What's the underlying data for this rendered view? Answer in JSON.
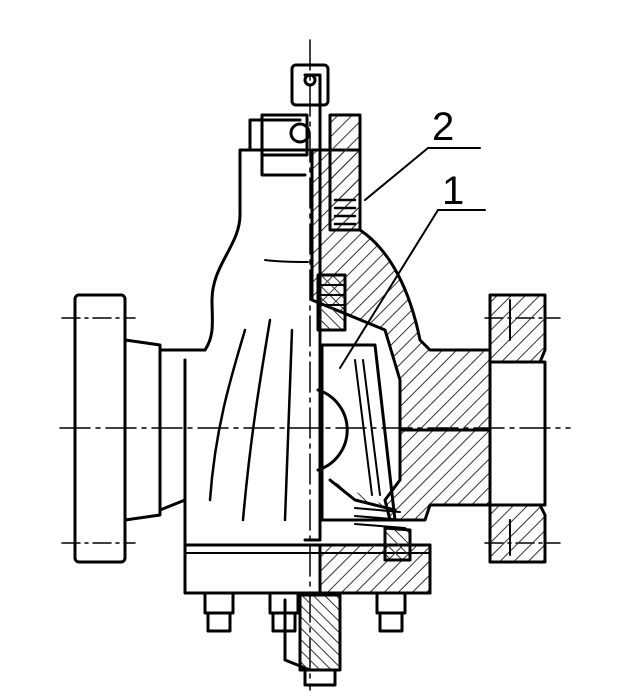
{
  "diagram": {
    "callouts": [
      {
        "id": "callout-2",
        "label": "2"
      },
      {
        "id": "callout-1",
        "label": "1"
      }
    ]
  },
  "colors": {
    "ink": "#000000",
    "paper": "#ffffff",
    "hatch": "#333333"
  }
}
